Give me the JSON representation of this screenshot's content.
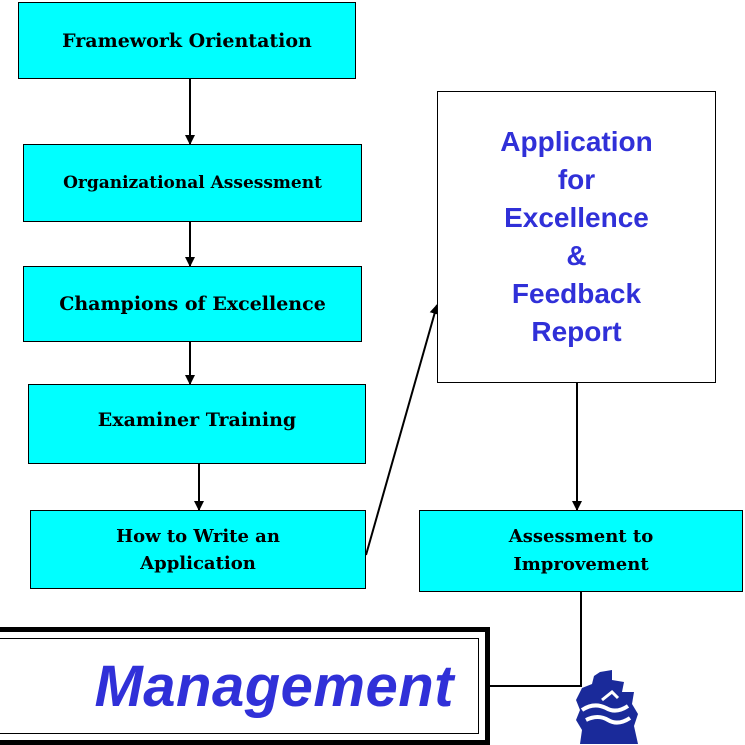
{
  "diagram": {
    "boxes": {
      "framework_orientation": "Framework Orientation",
      "organizational_assessment": "Organizational Assessment",
      "champions_of_excellence": "Champions of Excellence",
      "examiner_training": "Examiner Training",
      "how_to_write": [
        "How to Write an",
        "Application"
      ],
      "application_report": [
        "Application",
        "for",
        "Excellence",
        "&",
        "Feedback",
        "Report"
      ],
      "assessment_to_improvement": [
        "Assessment to",
        "Improvement"
      ]
    },
    "banner": {
      "text": "Management"
    },
    "logo": {
      "icon": "agency-logo-icon"
    },
    "colors": {
      "box_fill": "#00ffff",
      "accent_text": "#3030d8",
      "line": "#000000"
    }
  }
}
